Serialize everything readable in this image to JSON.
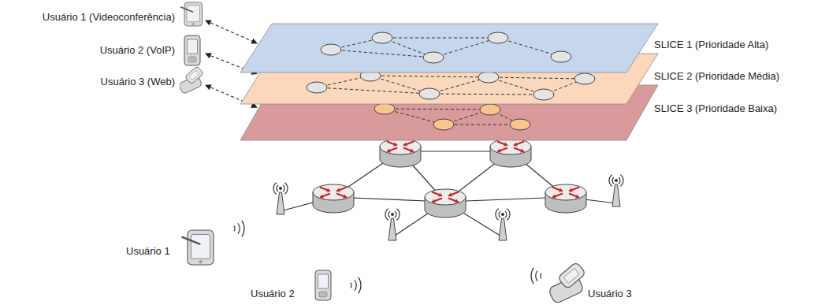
{
  "diagram": {
    "nodes": [
      {
        "text": [
          "Usuário 1 (Videoconferência)"
        ]
      },
      {
        "text": [
          "SLICE 1 (Prioridade Alta)"
        ]
      },
      {
        "text": [
          "Usuário 2 (VoIP)"
        ]
      },
      {
        "text": [
          "SLICE 2 (Prioridade Média)"
        ]
      },
      {
        "text": [
          "Usuário 3 (Web)"
        ]
      },
      {
        "text": [
          "SLICE 3 (Prioridade Baixa)"
        ]
      }
    ],
    "edges": [
      {
        "from": 0,
        "to": 1,
        "arrow": "both"
      },
      {
        "from": 2,
        "to": 3,
        "arrow": "both"
      },
      {
        "from": 4,
        "to": 5,
        "arrow": "both"
      }
    ],
    "labels": [
      "Usuário 1",
      "Usuário 2",
      "Usuário 3"
    ]
  }
}
